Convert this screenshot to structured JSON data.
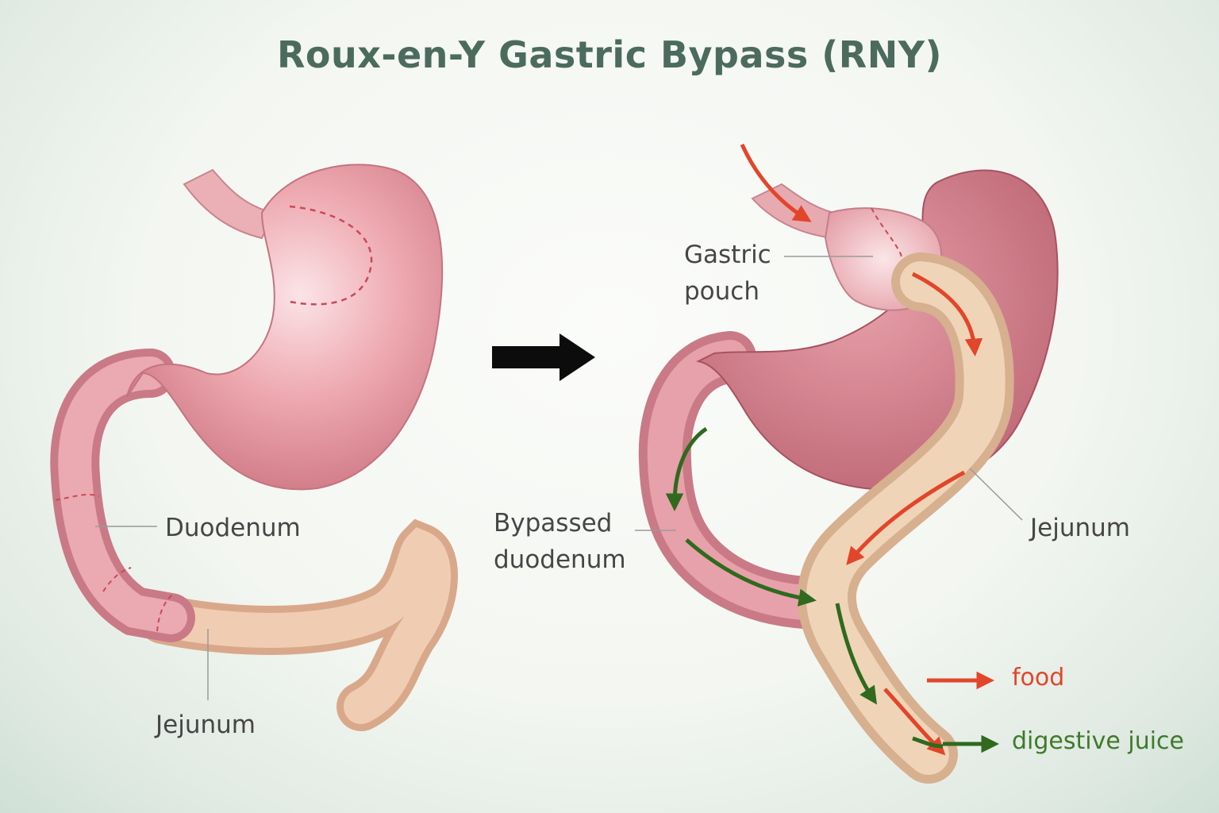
{
  "title": "Roux-en-Y Gastric Bypass (RNY)",
  "before": {
    "duodenum_label": "Duodenum",
    "jejunum_label": "Jejunum"
  },
  "after": {
    "gastric_pouch_label_line1": "Gastric",
    "gastric_pouch_label_line2": "pouch",
    "bypassed_duodenum_line1": "Bypassed",
    "bypassed_duodenum_line2": "duodenum",
    "jejunum_label": "Jejunum"
  },
  "legend": {
    "food": "food",
    "digestive_juice": "digestive juice"
  },
  "colors": {
    "title": "#4c6b5f",
    "food_arrow": "#e2462a",
    "juice_arrow": "#2f6a1e",
    "stomach": "#d9848f",
    "jejunum": "#ecc4a6"
  }
}
